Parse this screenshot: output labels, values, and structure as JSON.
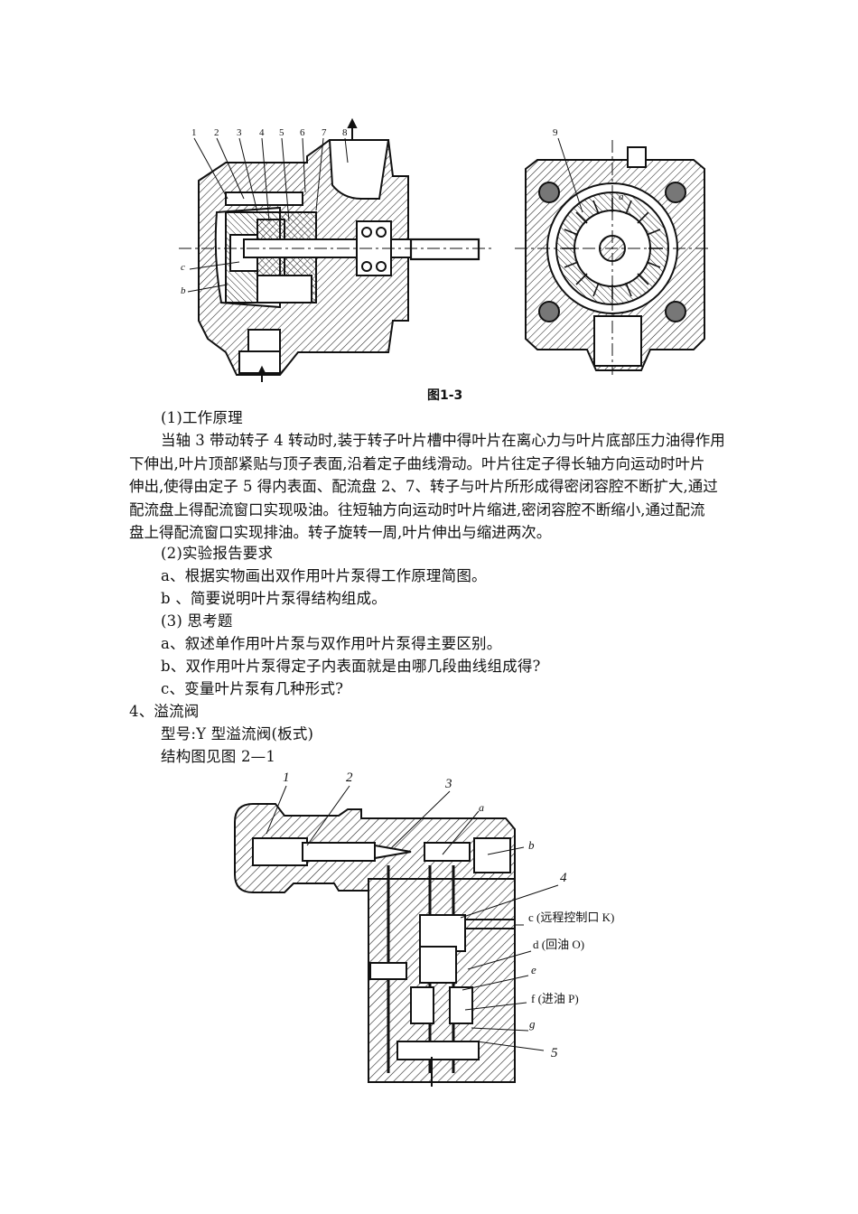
{
  "figure1": {
    "caption": "图1-3",
    "left_callouts": [
      "1",
      "2",
      "3",
      "4",
      "5",
      "6",
      "7",
      "8"
    ],
    "side_letters": [
      "c",
      "b"
    ],
    "right_callouts": [
      "9",
      "a"
    ]
  },
  "sec1": {
    "heading": "(1)工作原理",
    "lines": [
      "当轴 3 带动转子 4 转动时,装于转子叶片槽中得叶片在离心力与叶片底部压力油得作用",
      "下伸出,叶片顶部紧贴与顶子表面,沿着定子曲线滑动。叶片往定子得长轴方向运动时叶片",
      "伸出,使得由定子 5 得内表面、配流盘 2、7、转子与叶片所形成得密闭容腔不断扩大,通过",
      "配流盘上得配流窗口实现吸油。往短轴方向运动时叶片缩进,密闭容腔不断缩小,通过配流",
      "盘上得配流窗口实现排油。转子旋转一周,叶片伸出与缩进两次。"
    ]
  },
  "sec2": {
    "heading": "(2)实验报告要求",
    "items": [
      "a、根据实物画出双作用叶片泵得工作原理简图。",
      "b 、简要说明叶片泵得结构组成。"
    ]
  },
  "sec3": {
    "heading": "(3) 思考题",
    "items": [
      "a、叙述单作用叶片泵与双作用叶片泵得主要区别。",
      "b、双作用叶片泵得定子内表面就是由哪几段曲线组成得?",
      "c、变量叶片泵有几种形式?"
    ]
  },
  "sec4": {
    "heading": "4、溢流阀",
    "model": "型号:Y 型溢流阀(板式)",
    "ref": "结构图见图 2—1"
  },
  "figure2": {
    "callouts": [
      "1",
      "2",
      "3",
      "a",
      "b",
      "4",
      "5"
    ],
    "labels": [
      "c (远程控制口 K)",
      "d (回油 O)",
      "e",
      "f (进油 P)",
      "g"
    ]
  }
}
